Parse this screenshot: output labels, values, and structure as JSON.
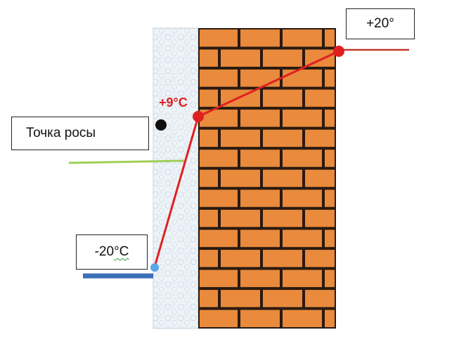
{
  "labels": {
    "outside_temp_base": "-20",
    "outside_temp_deg": "°С",
    "interface_temp": "+9°С",
    "inside_temp": "+20°",
    "dew_point": "Точка росы"
  },
  "colors": {
    "brick": "#e98a3c",
    "mortar": "#2a1a10",
    "insulation": "#eef3f8",
    "temperature_line": "#e02020",
    "dew_point_line": "#9fcf57",
    "outside_bar": "#3a6fb8",
    "outside_dot": "#57a6e8",
    "dew_dot": "#111111"
  },
  "icons": {
    "dew_marker": "dot"
  }
}
